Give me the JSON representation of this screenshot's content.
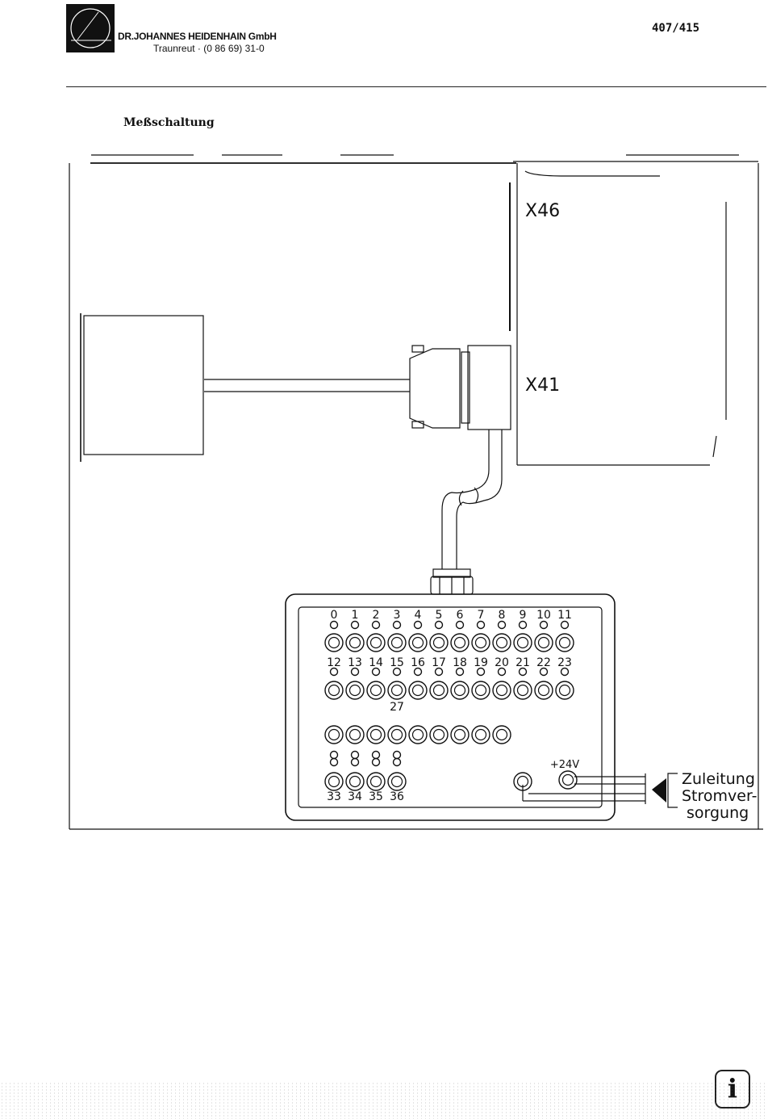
{
  "header": {
    "company": "DR.JOHANNES HEIDENHAIN GmbH",
    "address": "Traunreut · (0 86 69) 31-0",
    "doc_number": "407/415"
  },
  "section_title": "Meßschaltung",
  "connectors": {
    "x46": "X46",
    "x41": "X41"
  },
  "test_box": {
    "row1_numbers": [
      "0",
      "1",
      "2",
      "3",
      "4",
      "5",
      "6",
      "7",
      "8",
      "9",
      "10",
      "11"
    ],
    "row2_numbers": [
      "12",
      "13",
      "14",
      "15",
      "16",
      "17",
      "18",
      "19",
      "20",
      "21",
      "22",
      "23"
    ],
    "row3_label": "27",
    "row5_numbers": [
      "33",
      "34",
      "35",
      "36"
    ],
    "power_label": "+24V"
  },
  "supply": {
    "line1": "Zuleitung",
    "line2": "Stromver-",
    "line3": "sorgung"
  },
  "info_icon": "i"
}
